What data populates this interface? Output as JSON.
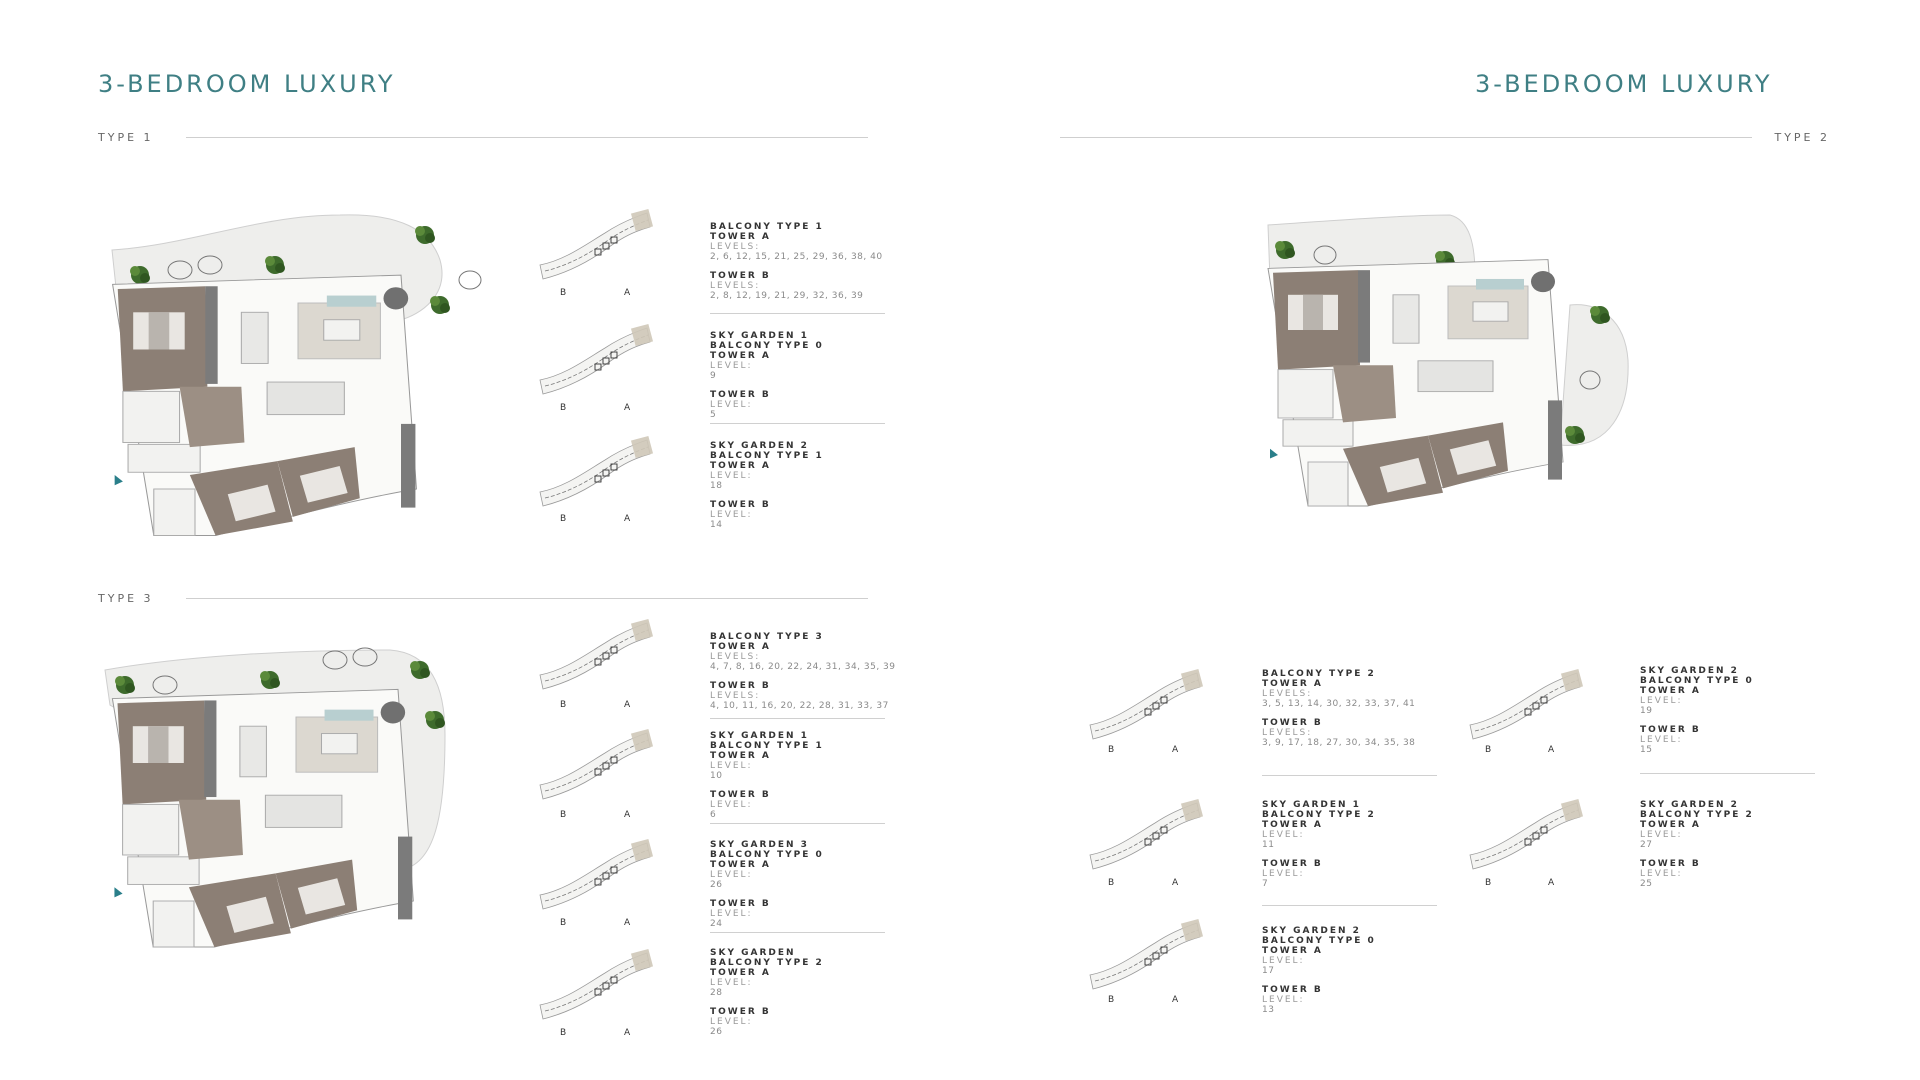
{
  "left_page": {
    "title": "3-BEDROOM LUXURY",
    "type1": {
      "heading": "TYPE 1",
      "keyplan_labels": {
        "b": "B",
        "a": "A"
      },
      "blocks": [
        {
          "lines": [
            "BALCONY TYPE 1",
            "TOWER A"
          ],
          "a_label": "LEVELS:",
          "a_value": "2, 6, 12, 15, 21, 25, 29, 36, 38, 40",
          "b_title": "TOWER B",
          "b_label": "LEVELS:",
          "b_value": "2, 8, 12, 19, 21, 29, 32, 36, 39"
        },
        {
          "lines": [
            "SKY GARDEN 1",
            "BALCONY TYPE 0",
            "TOWER A"
          ],
          "a_label": "LEVEL:",
          "a_value": "9",
          "b_title": "TOWER B",
          "b_label": "LEVEL:",
          "b_value": "5"
        },
        {
          "lines": [
            "SKY GARDEN 2",
            "BALCONY TYPE 1",
            "TOWER A"
          ],
          "a_label": "LEVEL:",
          "a_value": "18",
          "b_title": "TOWER B",
          "b_label": "LEVEL:",
          "b_value": "14"
        }
      ]
    },
    "type3": {
      "heading": "TYPE 3",
      "blocks": [
        {
          "lines": [
            "BALCONY TYPE 3",
            "TOWER A"
          ],
          "a_label": "LEVELS:",
          "a_value": "4, 7, 8, 16, 20, 22, 24, 31, 34, 35, 39",
          "b_title": "TOWER B",
          "b_label": "LEVELS:",
          "b_value": "4, 10, 11, 16, 20, 22, 28, 31, 33, 37"
        },
        {
          "lines": [
            "SKY GARDEN 1",
            "BALCONY TYPE 1",
            "TOWER A"
          ],
          "a_label": "LEVEL:",
          "a_value": "10",
          "b_title": "TOWER B",
          "b_label": "LEVEL:",
          "b_value": "6"
        },
        {
          "lines": [
            "SKY GARDEN 3",
            "BALCONY TYPE 0",
            "TOWER A"
          ],
          "a_label": "LEVEL:",
          "a_value": "26",
          "b_title": "TOWER B",
          "b_label": "LEVEL:",
          "b_value": "24"
        },
        {
          "lines": [
            "SKY GARDEN",
            "BALCONY TYPE 2",
            "TOWER A"
          ],
          "a_label": "LEVEL:",
          "a_value": "28",
          "b_title": "TOWER B",
          "b_label": "LEVEL:",
          "b_value": "26"
        }
      ]
    }
  },
  "right_page": {
    "title": "3-BEDROOM LUXURY",
    "type2": {
      "heading": "TYPE 2",
      "blocks": [
        {
          "lines": [
            "BALCONY TYPE 2",
            "TOWER A"
          ],
          "a_label": "LEVELS:",
          "a_value": "3, 5, 13, 14, 30, 32, 33, 37, 41",
          "b_title": "TOWER B",
          "b_label": "LEVELS:",
          "b_value": "3, 9, 17, 18, 27, 30, 34, 35, 38"
        },
        {
          "lines": [
            "SKY GARDEN 1",
            "BALCONY TYPE 2",
            "TOWER A"
          ],
          "a_label": "LEVEL:",
          "a_value": "11",
          "b_title": "TOWER B",
          "b_label": "LEVEL:",
          "b_value": "7"
        },
        {
          "lines": [
            "SKY GARDEN 2",
            "BALCONY TYPE 0",
            "TOWER A"
          ],
          "a_label": "LEVEL:",
          "a_value": "17",
          "b_title": "TOWER B",
          "b_label": "LEVEL:",
          "b_value": "13"
        },
        {
          "lines": [
            "SKY GARDEN 2",
            "BALCONY TYPE 0",
            "TOWER A"
          ],
          "a_label": "LEVEL:",
          "a_value": "19",
          "b_title": "TOWER B",
          "b_label": "LEVEL:",
          "b_value": "15"
        },
        {
          "lines": [
            "SKY GARDEN 2",
            "BALCONY TYPE 2",
            "TOWER A"
          ],
          "a_label": "LEVEL:",
          "a_value": "27",
          "b_title": "TOWER B",
          "b_label": "LEVEL:",
          "b_value": "25"
        }
      ]
    }
  },
  "colors": {
    "title": "#3f7f84",
    "floor_wood": "#8c7f75",
    "wall": "#7b7b7b",
    "balcony": "#eeeeec",
    "plant": "#3e6b2c"
  }
}
